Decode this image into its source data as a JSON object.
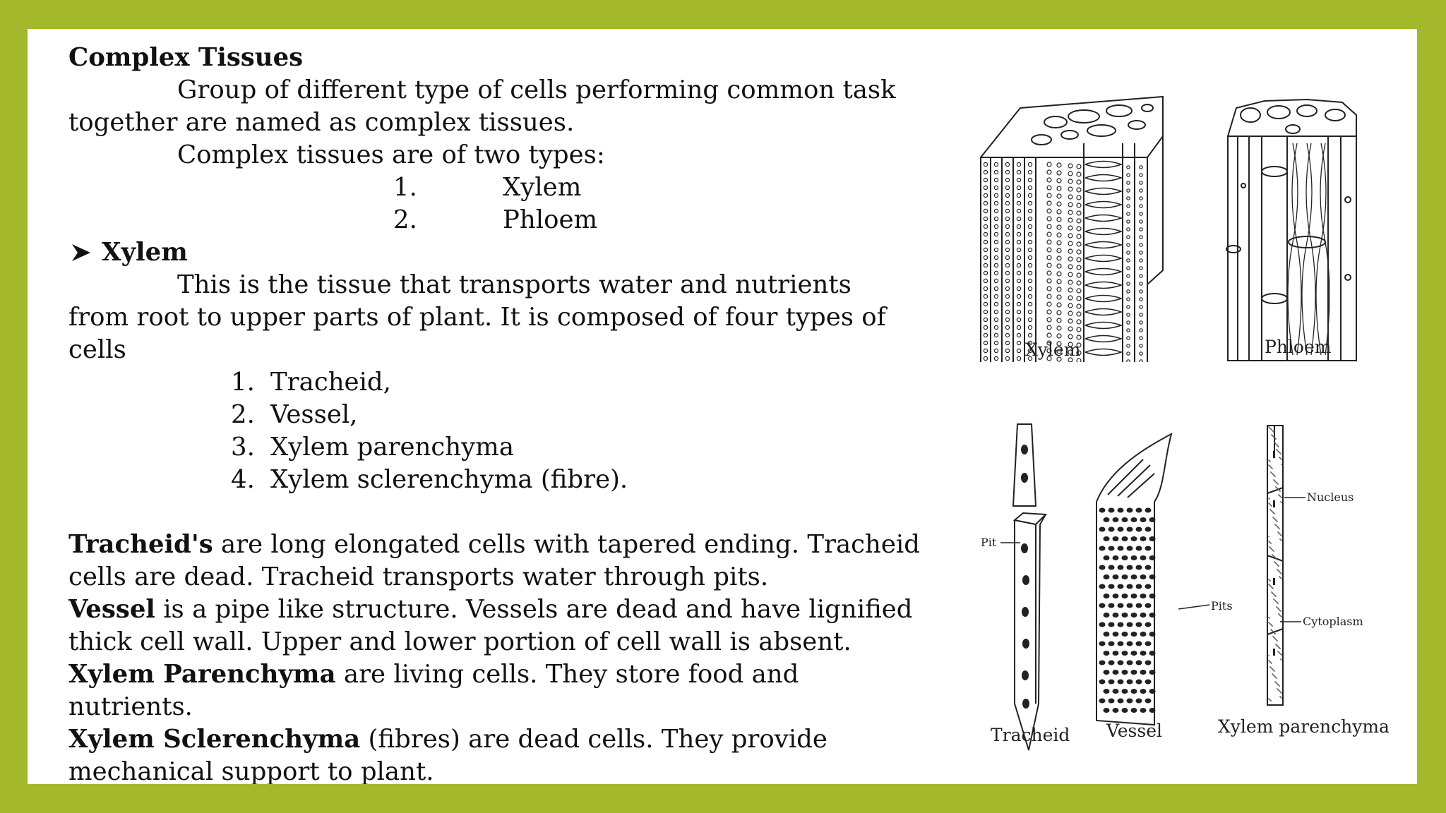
{
  "colors": {
    "frame": "#a3b82a",
    "page": "#ffffff",
    "text": "#111111"
  },
  "title": "Complex Tissues",
  "intro": {
    "line1": "Group of different type of cells performing common task",
    "line2": "together are named as complex tissues.",
    "line3": "Complex tissues are of two types:"
  },
  "types": [
    {
      "num": "1.",
      "name": "Xylem"
    },
    {
      "num": "2.",
      "name": "Phloem"
    }
  ],
  "xylem_section": {
    "bullet_icon": "arrow-bullet-icon",
    "heading": "Xylem",
    "line1": "This is the tissue that transports water and nutrients",
    "line2": "from root to upper parts of plant. It is composed of four types of",
    "line3": "cells",
    "cells": [
      {
        "num": "1.",
        "name": "Tracheid,"
      },
      {
        "num": "2.",
        "name": "Vessel,"
      },
      {
        "num": "3.",
        "name": "Xylem parenchyma"
      },
      {
        "num": "4.",
        "name": "Xylem sclerenchyma (fibre)."
      }
    ]
  },
  "descriptions": {
    "tracheid": {
      "term": "Tracheid's",
      "l1": " are long elongated cells with tapered ending. Tracheid",
      "l2": "cells are dead. Tracheid transports water through pits."
    },
    "vessel": {
      "term": "Vessel",
      "l1": " is a pipe like structure. Vessels are dead and have lignified",
      "l2": "thick cell wall. Upper and lower portion of cell wall is absent."
    },
    "parenchyma": {
      "term": "Xylem Parenchyma",
      "l1": " are living cells. They store food and",
      "l2": "nutrients."
    },
    "sclerenchyma": {
      "term": "Xylem Sclerenchyma",
      "l1": " (fibres) are dead cells. They provide",
      "l2": "mechanical support to plant."
    }
  },
  "figures": {
    "xylem_caption": "Xylem",
    "phloem_caption": "Phloem",
    "tracheid_caption": "Tracheid",
    "vessel_caption": "Vessel",
    "parenchyma_caption": "Xylem parenchyma",
    "pit_label": "Pit",
    "pits_label": "Pits",
    "nucleus_label": "Nucleus",
    "cytoplasm_label": "Cytoplasm"
  }
}
